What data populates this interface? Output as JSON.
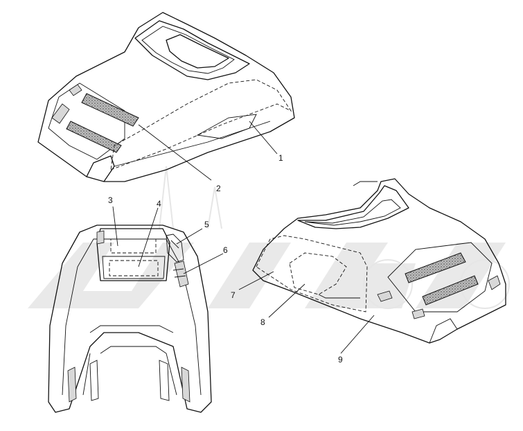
{
  "callouts": [
    {
      "id": "1",
      "label": "1"
    },
    {
      "id": "2",
      "label": "2"
    },
    {
      "id": "3",
      "label": "3"
    },
    {
      "id": "4",
      "label": "4"
    },
    {
      "id": "5",
      "label": "5"
    },
    {
      "id": "6",
      "label": "6"
    },
    {
      "id": "7",
      "label": "7"
    },
    {
      "id": "8",
      "label": "8"
    },
    {
      "id": "9",
      "label": "9"
    }
  ],
  "colors": {
    "line": "#111111",
    "background": "#ffffff",
    "watermark": "#e9e9e9"
  }
}
